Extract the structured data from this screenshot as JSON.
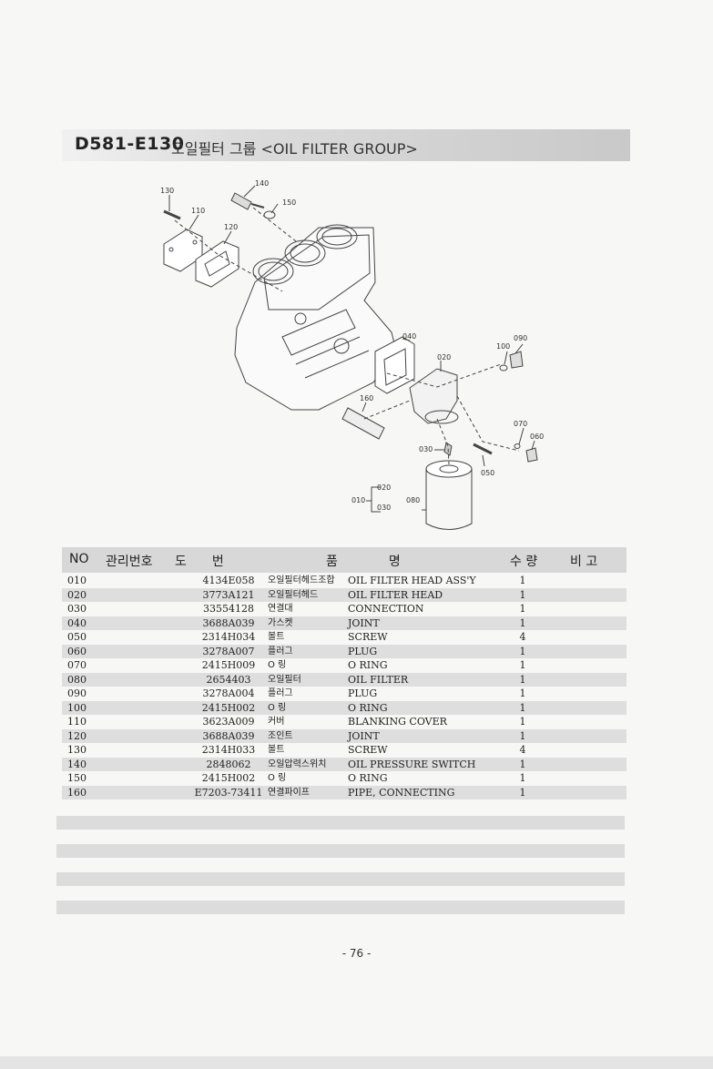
{
  "header": {
    "code": "D581-E130",
    "title": "오일필터 그룹 <OIL FILTER GROUP>"
  },
  "diagram": {
    "callouts": [
      "130",
      "140",
      "150",
      "110",
      "120",
      "040",
      "020",
      "100",
      "090",
      "160",
      "070",
      "060",
      "030",
      "050",
      "010",
      "020",
      "030",
      "080"
    ]
  },
  "table": {
    "headers": {
      "no": "NO",
      "mgmt": "관리번호",
      "drawing": "도　　번",
      "name": "품　　　　명",
      "qty": "수 량",
      "note": "비 고"
    },
    "rows": [
      {
        "no": "010",
        "drawing": "4134E058",
        "kr": "오일필터헤드조합",
        "en": "OIL FILTER HEAD ASS'Y",
        "qty": "1"
      },
      {
        "no": "020",
        "drawing": "3773A121",
        "kr": "오일필터헤드",
        "en": "OIL FILTER HEAD",
        "qty": "1"
      },
      {
        "no": "030",
        "drawing": "33554128",
        "kr": "연결대",
        "en": "CONNECTION",
        "qty": "1"
      },
      {
        "no": "040",
        "drawing": "3688A039",
        "kr": "가스켓",
        "en": "JOINT",
        "qty": "1"
      },
      {
        "no": "050",
        "drawing": "2314H034",
        "kr": "볼트",
        "en": "SCREW",
        "qty": "4"
      },
      {
        "no": "060",
        "drawing": "3278A007",
        "kr": "플러그",
        "en": "PLUG",
        "qty": "1"
      },
      {
        "no": "070",
        "drawing": "2415H009",
        "kr": "O 링",
        "en": "O RING",
        "qty": "1"
      },
      {
        "no": "080",
        "drawing": "2654403",
        "kr": "오일필터",
        "en": "OIL FILTER",
        "qty": "1"
      },
      {
        "no": "090",
        "drawing": "3278A004",
        "kr": "플러그",
        "en": "PLUG",
        "qty": "1"
      },
      {
        "no": "100",
        "drawing": "2415H002",
        "kr": "O 링",
        "en": "O RING",
        "qty": "1"
      },
      {
        "no": "110",
        "drawing": "3623A009",
        "kr": "커버",
        "en": "BLANKING COVER",
        "qty": "1"
      },
      {
        "no": "120",
        "drawing": "3688A039",
        "kr": "조인트",
        "en": "JOINT",
        "qty": "1"
      },
      {
        "no": "130",
        "drawing": "2314H033",
        "kr": "볼트",
        "en": "SCREW",
        "qty": "4"
      },
      {
        "no": "140",
        "drawing": "2848062",
        "kr": "오일압력스위치",
        "en": "OIL PRESSURE SWITCH",
        "qty": "1"
      },
      {
        "no": "150",
        "drawing": "2415H002",
        "kr": "O 링",
        "en": "O RING",
        "qty": "1"
      },
      {
        "no": "160",
        "drawing": "E7203-73411",
        "kr": "연결파이프",
        "en": "PIPE, CONNECTING",
        "qty": "1"
      }
    ]
  },
  "footer": {
    "page": "- 76 -"
  }
}
